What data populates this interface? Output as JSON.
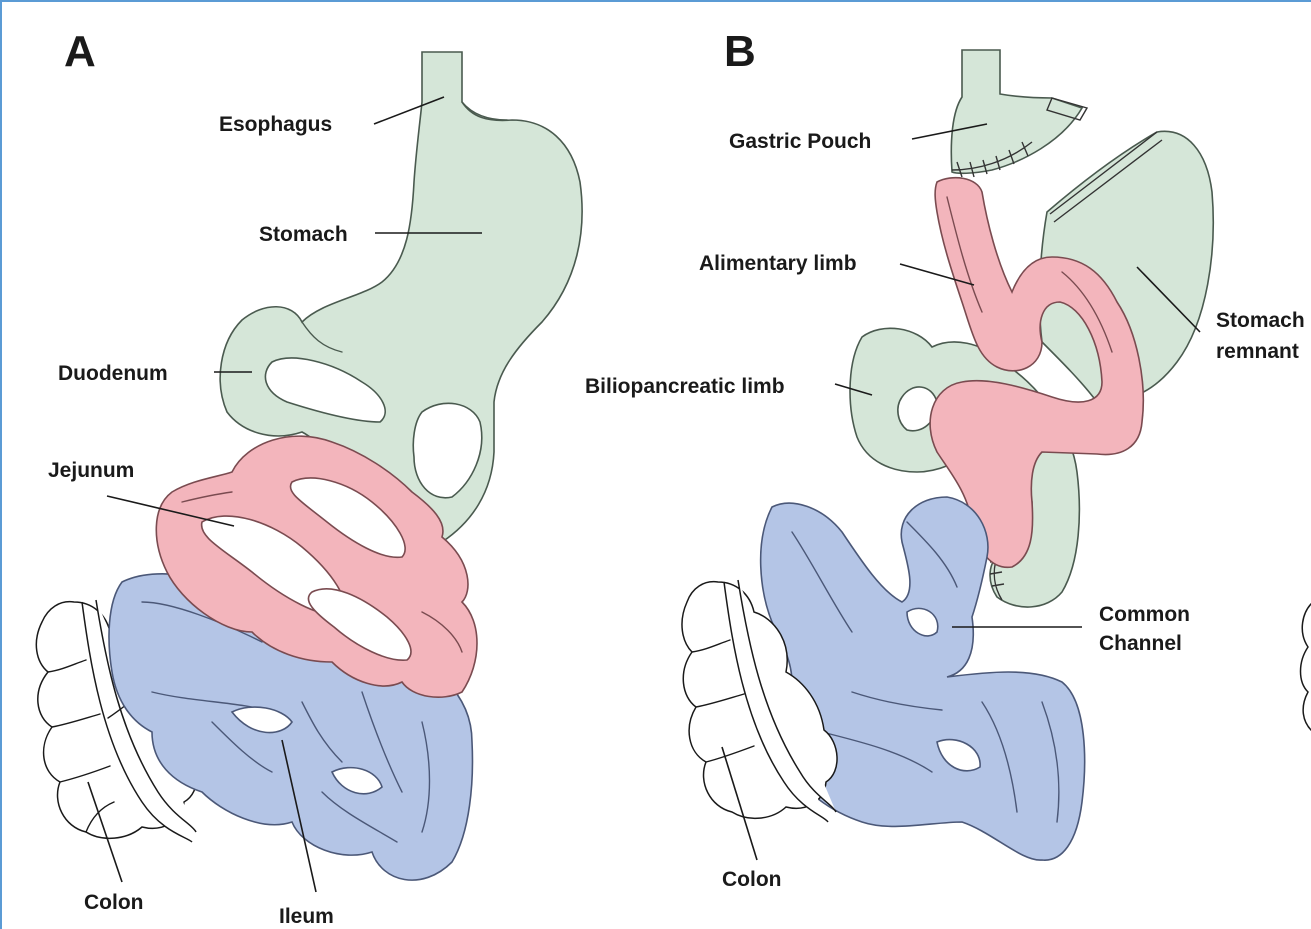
{
  "colors": {
    "stomach": "#d5e6d8",
    "jejunum": "#f3b5bc",
    "ileum": "#b4c5e6",
    "colon": "#ffffff",
    "frame": "#5b9bd5"
  },
  "panel_a": {
    "letter": "A",
    "labels": {
      "esophagus": "Esophagus",
      "stomach": "Stomach",
      "duodenum": "Duodenum",
      "jejunum": "Jejunum",
      "colon": "Colon",
      "ileum": "Ileum"
    }
  },
  "panel_b": {
    "letter": "B",
    "labels": {
      "gastric_pouch": "Gastric Pouch",
      "alimentary_limb": "Alimentary limb",
      "biliopancreatic_limb": "Biliopancreatic limb",
      "stomach_remnant_line1": "Stomach",
      "stomach_remnant_line2": "remnant",
      "common_channel_line1": "Common",
      "common_channel_line2": "Channel",
      "colon": "Colon"
    }
  }
}
